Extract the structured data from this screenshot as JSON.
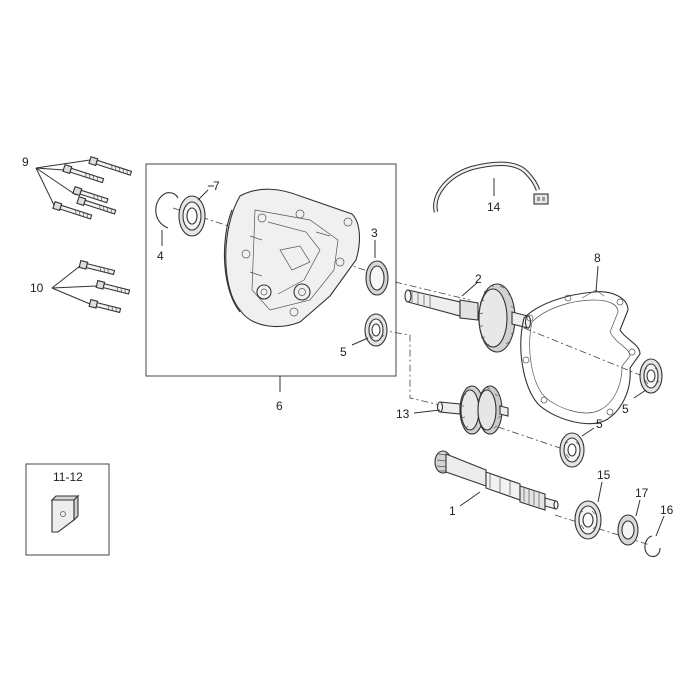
{
  "callouts": {
    "c1": "1",
    "c2": "2",
    "c3": "3",
    "c4": "4",
    "c5a": "5",
    "c5b": "5",
    "c5c": "5",
    "c6": "6",
    "c7": "7",
    "c8": "8",
    "c9": "9",
    "c10": "10",
    "c11_12": "11-12",
    "c13": "13",
    "c14": "14",
    "c15": "15",
    "c16": "16",
    "c17": "17"
  },
  "colors": {
    "line": "#333333",
    "part_fill": "#f2f2f2",
    "part_shade": "#c8c8c8",
    "background": "#ffffff"
  }
}
